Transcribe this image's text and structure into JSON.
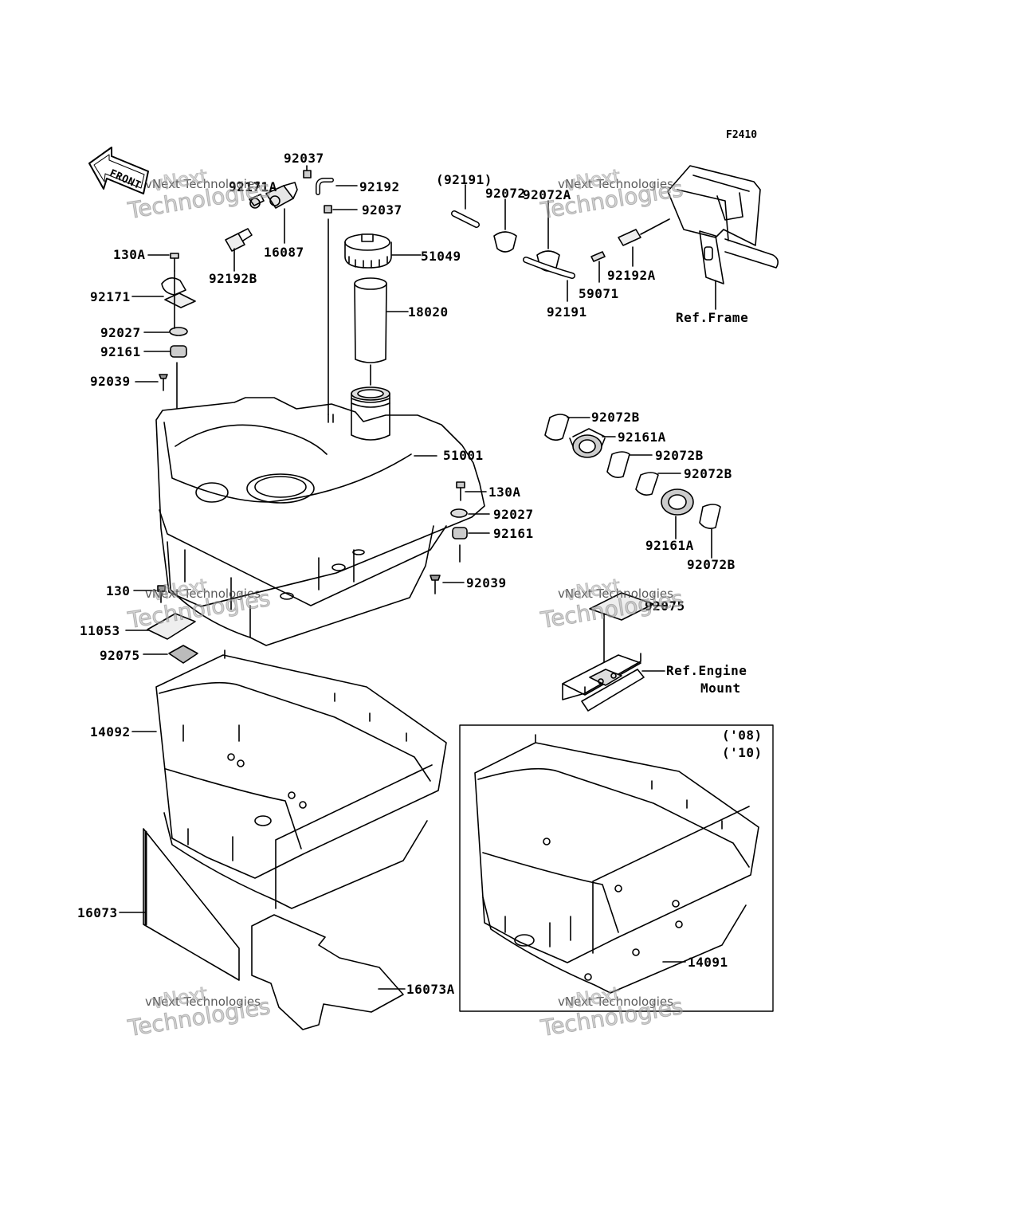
{
  "figure_code": "F2410",
  "front_arrow_text": "FRONT",
  "watermark": {
    "line1": "vNext",
    "line2": "vNext Technologies",
    "line3": "Technologies"
  },
  "parts": {
    "p92037a": "92037",
    "p92171a": "92171A",
    "p92192": "92192",
    "p92037b": "92037",
    "p16087": "16087",
    "p92192b": "92192B",
    "p130a_top": "130A",
    "p51049": "51049",
    "p92171": "92171",
    "p18020": "18020",
    "p92027_top": "92027",
    "p92161_top": "92161",
    "p92039_top": "92039",
    "p92191_paren": "(92191)",
    "p92072": "92072",
    "p92072a": "92072A",
    "p92192a": "92192A",
    "p59071": "59071",
    "p92191": "92191",
    "ref_frame": "Ref.Frame",
    "p51001": "51001",
    "p130a_mid": "130A",
    "p92027_mid": "92027",
    "p92161_mid": "92161",
    "p92039_mid": "92039",
    "p92072b_1": "92072B",
    "p92161a_1": "92161A",
    "p92072b_2": "92072B",
    "p92072b_3": "92072B",
    "p92161a_2": "92161A",
    "p92072b_4": "92072B",
    "p130": "130",
    "p11053": "11053",
    "p92075_left": "92075",
    "p92075_right": "92075",
    "ref_engine_1": "Ref.Engine",
    "ref_engine_2": "Mount",
    "p14092": "14092",
    "p16073": "16073",
    "p16073a": "16073A",
    "year_08": "('08)",
    "year_10": "('10)",
    "p14091": "14091"
  }
}
